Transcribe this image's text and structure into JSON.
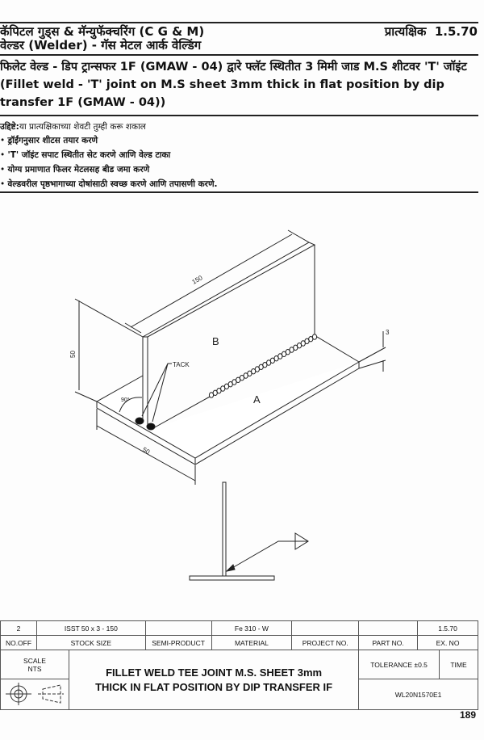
{
  "header": {
    "line1": "कॅपिटल गुड्स & मॅन्युफॅक्चरिंग (C G & M)",
    "line2": "वेल्डर (Welder) - गॅस मेटल आर्क वेल्डिंग",
    "exercise_label": "प्रात्यक्षिक",
    "exercise_no": "1.5.70"
  },
  "title": "फिलेट वेल्ड - डिप ट्रान्सफर 1F (GMAW - 04) द्वारे फ्लॅट स्थितीत 3 मिमी जाड M.S शीटवर 'T' जॉइंट (Fillet weld - 'T' joint on M.S sheet 3mm thick in flat position by dip transfer 1F (GMAW - 04))",
  "objectives": {
    "label": "उद्दिष्टे:",
    "intro": "या प्रात्यक्षिकाच्या शेवटी तुम्ही करू शकाल",
    "items": [
      "ड्रॉईंगनुसार शीटस तयार करणे",
      "'T' जॉइंट सपाट स्थितीत सेट करणे आणि वेल्ड टाका",
      "योग्य प्रमाणात फिलर मेटलसह बीड जमा करणे",
      "वेल्डवरील पृष्ठभागाच्या दोषांसाठी स्वच्छ करणे आणि तपासणी करणे."
    ]
  },
  "drawing": {
    "dim_length": "150",
    "dim_height": "50",
    "dim_width": "50",
    "dim_thickness": "3",
    "label_b": "B",
    "label_a": "A",
    "label_tack": "TACK",
    "label_angle": "90°"
  },
  "title_block": {
    "row1": {
      "no_off": "2",
      "stock_size": "ISST 50 x 3 - 150",
      "semi_product": "",
      "material": "Fe 310 - W",
      "project_no": "",
      "part_no": "",
      "ex_no": "1.5.70"
    },
    "headers": {
      "no_off": "NO.OFF",
      "stock_size": "STOCK SIZE",
      "semi_product": "SEMI-PRODUCT",
      "material": "MATERIAL",
      "project_no": "PROJECT NO.",
      "part_no": "PART NO.",
      "ex_no": "EX. NO"
    },
    "scale_label": "SCALE",
    "scale_value": "NTS",
    "title_line1": "FILLET WELD TEE JOINT M.S. SHEET 3mm",
    "title_line2": "THICK IN FLAT POSITION BY DIP TRANSFER IF",
    "tolerance": "TOLERANCE ±0.5",
    "time": "TIME",
    "code": "WL20N1570E1"
  },
  "page_number": "189"
}
